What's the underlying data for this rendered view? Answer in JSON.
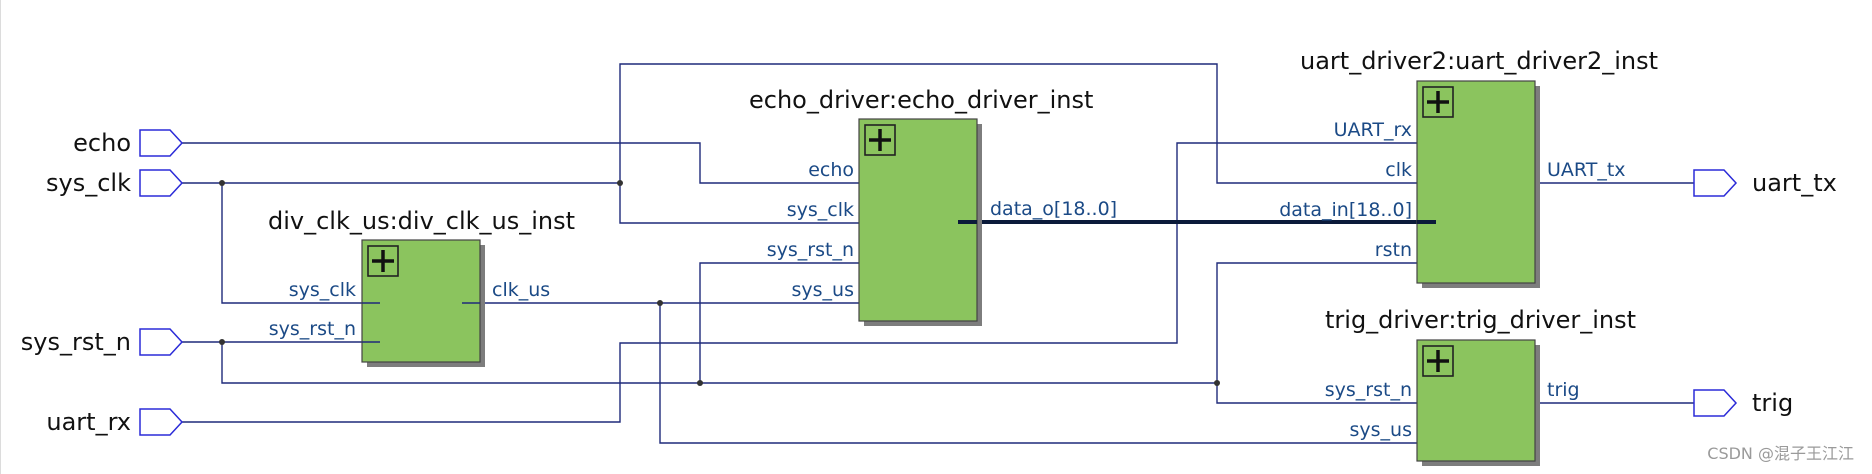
{
  "ports": {
    "echo": "echo",
    "sys_clk": "sys_clk",
    "sys_rst_n": "sys_rst_n",
    "uart_rx": "uart_rx",
    "uart_tx": "uart_tx",
    "trig": "trig"
  },
  "blocks": {
    "div_clk_us": {
      "title": "div_clk_us:div_clk_us_inst",
      "in_sys_clk": "sys_clk",
      "in_sys_rst_n": "sys_rst_n",
      "out_clk_us": "clk_us"
    },
    "echo_driver": {
      "title": "echo_driver:echo_driver_inst",
      "in_echo": "echo",
      "in_sys_clk": "sys_clk",
      "in_sys_rst_n": "sys_rst_n",
      "in_sys_us": "sys_us",
      "out_data_o": "data_o[18..0]"
    },
    "uart_driver2": {
      "title": "uart_driver2:uart_driver2_inst",
      "in_uart_rx": "UART_rx",
      "in_clk": "clk",
      "in_data_in": "data_in[18..0]",
      "in_rstn": "rstn",
      "out_uart_tx": "UART_tx"
    },
    "trig_driver": {
      "title": "trig_driver:trig_driver_inst",
      "in_sys_rst_n": "sys_rst_n",
      "in_sys_us": "sys_us",
      "out_trig": "trig"
    }
  },
  "watermark": "CSDN @混子王江江"
}
